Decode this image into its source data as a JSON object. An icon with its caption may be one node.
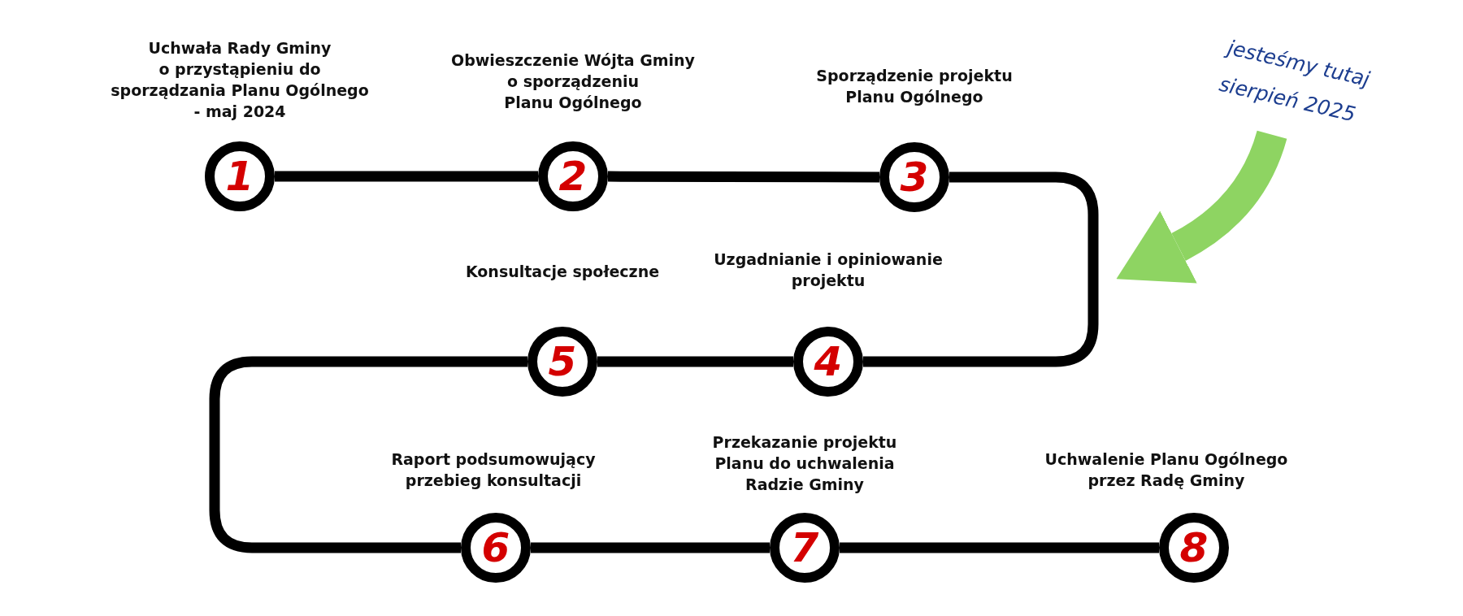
{
  "diagram": {
    "nodes": [
      {
        "text": [
          "1"
        ],
        "beside": [
          "Uchwała Rady Gminy o przystąpieniu do sporządzania Planu Ogólnego - maj 2024"
        ]
      },
      {
        "text": [
          "2"
        ],
        "beside": [
          "Obwieszczenie Wójta Gminy o sporządzeniu Planu Ogólnego"
        ]
      },
      {
        "text": [
          "3"
        ],
        "beside": [
          "Sporządzenie projektu Planu Ogólnego"
        ]
      },
      {
        "text": [
          "4"
        ],
        "beside": [
          "Uzgadnianie i opiniowanie projektu"
        ]
      },
      {
        "text": [
          "5"
        ],
        "beside": [
          "Konsultacje społeczne"
        ]
      },
      {
        "text": [
          "6"
        ],
        "beside": [
          "Raport podsumowujący przebieg konsultacji"
        ]
      },
      {
        "text": [
          "7"
        ],
        "beside": [
          "Przekazanie projektu Planu do uchwalenia Radzie Gminy"
        ]
      },
      {
        "text": [
          "8"
        ],
        "beside": [
          "Uchwalenie Planu Ogólnego przez Radę Gminy"
        ]
      },
      {
        "text": [
          "jesteśmy tutaj sierpień 2025"
        ]
      }
    ],
    "edges": [
      {
        "from": 0,
        "to": 1,
        "arrow": "none"
      },
      {
        "from": 1,
        "to": 2,
        "arrow": "none"
      },
      {
        "from": 2,
        "to": 3,
        "arrow": "none"
      },
      {
        "from": 3,
        "to": 4,
        "arrow": "none"
      },
      {
        "from": 4,
        "to": 5,
        "arrow": "none"
      },
      {
        "from": 5,
        "to": 6,
        "arrow": "none"
      },
      {
        "from": 6,
        "to": 7,
        "arrow": "none"
      },
      {
        "from": 8,
        "to": null,
        "arrow": "to",
        "style": "thick",
        "color": "#8ed462"
      }
    ]
  }
}
